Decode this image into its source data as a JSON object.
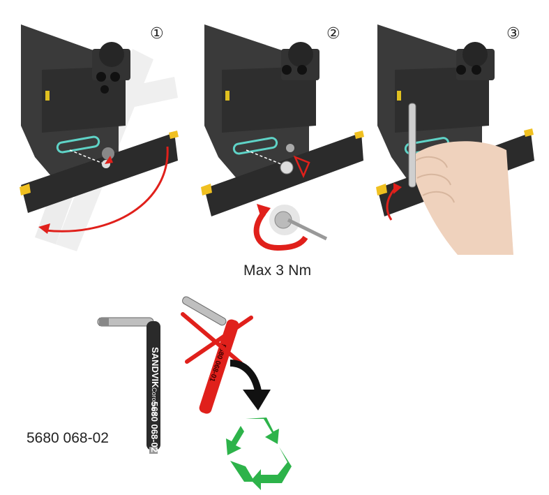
{
  "steps": [
    {
      "number": "①"
    },
    {
      "number": "②",
      "caption": "Max 3 Nm"
    },
    {
      "number": "③"
    }
  ],
  "tool": {
    "part_number": "5680 068-02",
    "key_brand": "SANDVIK",
    "key_sub_brand": "Coromant",
    "key_marking": "5680 068-02",
    "old_key_marking": "5680 068-01"
  },
  "colors": {
    "arrow_red": "#e0201b",
    "recycle_green": "#2db34a",
    "slot_cyan": "#5fd3c7",
    "insert_yellow": "#f0c020",
    "body_dark": "#3a3a3a",
    "blade_dark": "#2b2b2b"
  },
  "icons": [
    "rotation-arrow-icon",
    "torque-arrow-icon",
    "cross-out-icon",
    "discard-arrow-icon",
    "recycle-icon"
  ]
}
